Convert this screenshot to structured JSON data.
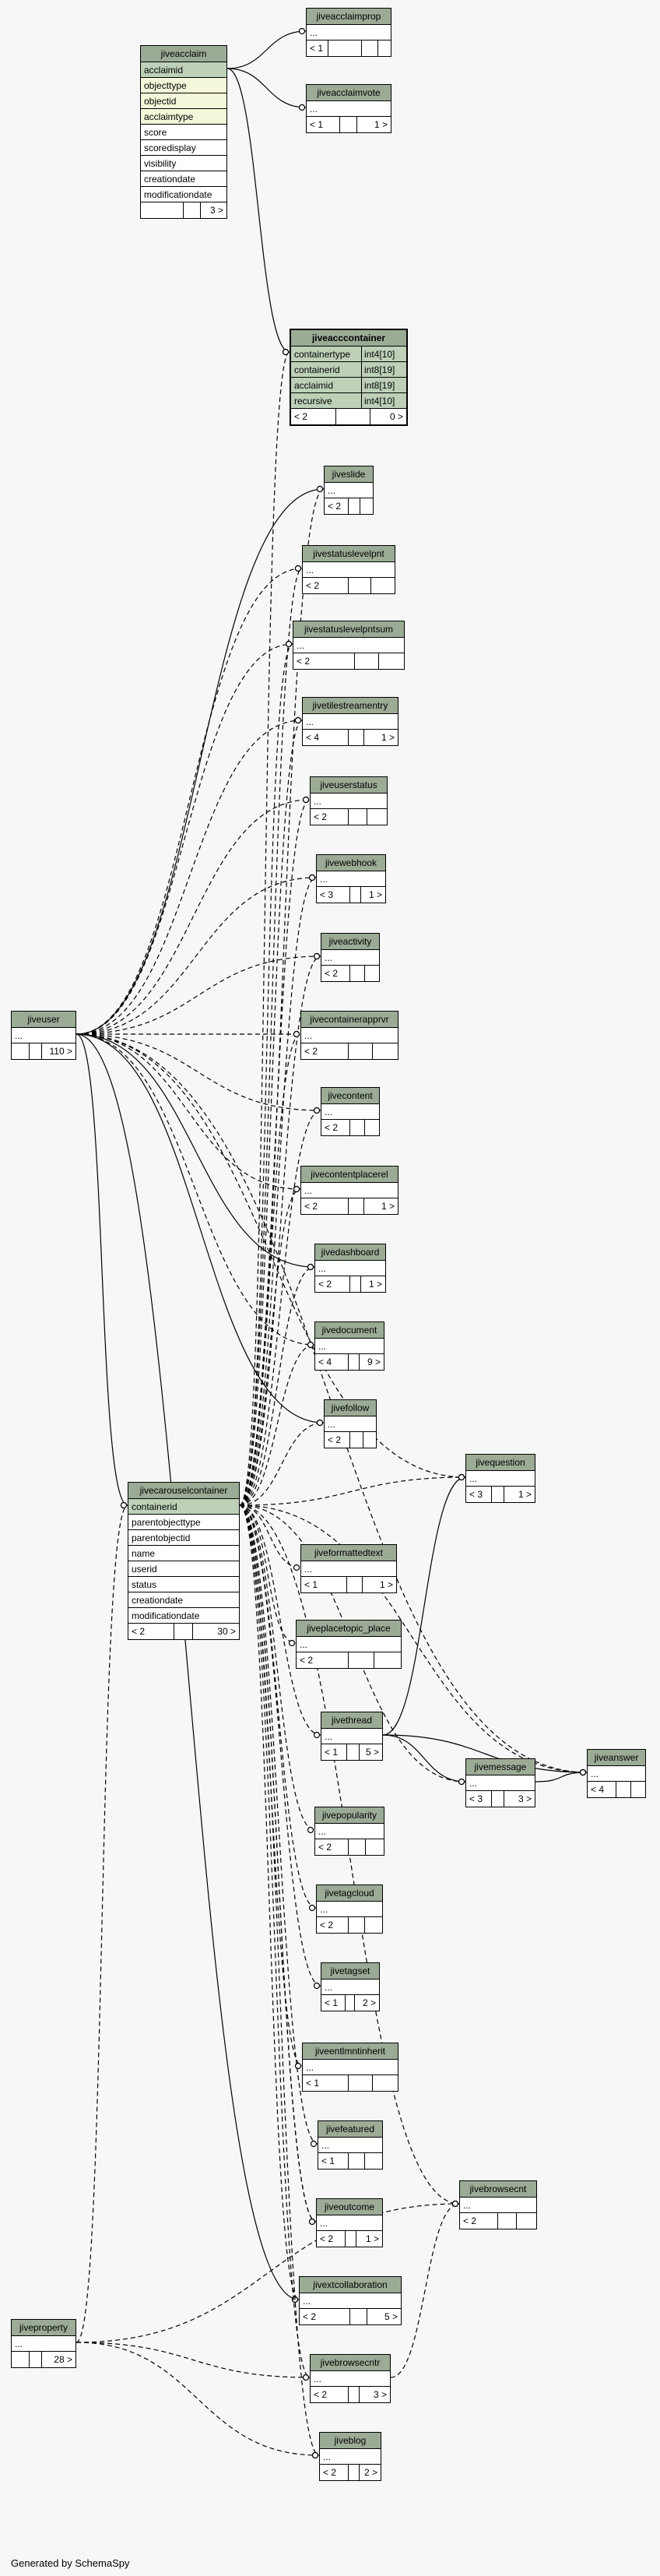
{
  "footer": {
    "text": "Generated by SchemaSpy"
  },
  "ellipsis": "...",
  "tables": [
    {
      "id": "jiveacclaim",
      "name": "jiveacclaim",
      "rows": [
        {
          "text": "acclaimid",
          "kind": "pk"
        },
        {
          "text": "objecttype",
          "kind": "idx"
        },
        {
          "text": "objectid",
          "kind": "idx"
        },
        {
          "text": "acclaimtype",
          "kind": "idx"
        },
        {
          "text": "score",
          "kind": ""
        },
        {
          "text": "scoredisplay",
          "kind": ""
        },
        {
          "text": "visibility",
          "kind": ""
        },
        {
          "text": "creationdate",
          "kind": ""
        },
        {
          "text": "modificationdate",
          "kind": ""
        }
      ],
      "parents": "",
      "children": "3 >"
    },
    {
      "id": "jiveacclaimprop",
      "name": "jiveacclaimprop",
      "rows": [
        {
          "text": "...",
          "kind": ""
        }
      ],
      "parents": "< 1",
      "children": ""
    },
    {
      "id": "jiveacclaimvote",
      "name": "jiveacclaimvote",
      "rows": [
        {
          "text": "...",
          "kind": ""
        }
      ],
      "parents": "< 1",
      "children": "1 >"
    },
    {
      "id": "jiveaccontainer",
      "name": "jiveacccontainer",
      "focus": true,
      "rows": [
        {
          "text": "containertype",
          "type": "int4[10]",
          "kind": "pk"
        },
        {
          "text": "containerid",
          "type": "int8[19]",
          "kind": "pk"
        },
        {
          "text": "acclaimid",
          "type": "int8[19]",
          "kind": "pk"
        },
        {
          "text": "recursive",
          "type": "int4[10]",
          "kind": "pk"
        }
      ],
      "parents": "< 2",
      "children": "0 >"
    },
    {
      "id": "jiveslide",
      "name": "jiveslide",
      "rows": [
        {
          "text": "...",
          "kind": ""
        }
      ],
      "parents": "< 2",
      "children": ""
    },
    {
      "id": "jivestatuslevelpnt",
      "name": "jivestatuslevelpnt",
      "rows": [
        {
          "text": "...",
          "kind": ""
        }
      ],
      "parents": "< 2",
      "children": ""
    },
    {
      "id": "jivestatuslevelpntsum",
      "name": "jivestatuslevelpntsum",
      "rows": [
        {
          "text": "...",
          "kind": ""
        }
      ],
      "parents": "< 2",
      "children": ""
    },
    {
      "id": "jivetilestreamentry",
      "name": "jivetilestreamentry",
      "rows": [
        {
          "text": "...",
          "kind": ""
        }
      ],
      "parents": "< 4",
      "children": "1 >"
    },
    {
      "id": "jiveuserstatus",
      "name": "jiveuserstatus",
      "rows": [
        {
          "text": "...",
          "kind": ""
        }
      ],
      "parents": "< 2",
      "children": ""
    },
    {
      "id": "jivewebhook",
      "name": "jivewebhook",
      "rows": [
        {
          "text": "...",
          "kind": ""
        }
      ],
      "parents": "< 3",
      "children": "1 >"
    },
    {
      "id": "jiveactivity",
      "name": "jiveactivity",
      "rows": [
        {
          "text": "...",
          "kind": ""
        }
      ],
      "parents": "< 2",
      "children": ""
    },
    {
      "id": "jivecontainerapprvr",
      "name": "jivecontainerapprvr",
      "rows": [
        {
          "text": "...",
          "kind": ""
        }
      ],
      "parents": "< 2",
      "children": ""
    },
    {
      "id": "jivecontent",
      "name": "jivecontent",
      "rows": [
        {
          "text": "...",
          "kind": ""
        }
      ],
      "parents": "< 2",
      "children": ""
    },
    {
      "id": "jivecontentplacerel",
      "name": "jivecontentplacerel",
      "rows": [
        {
          "text": "...",
          "kind": ""
        }
      ],
      "parents": "< 2",
      "children": "1 >"
    },
    {
      "id": "jivedashboard",
      "name": "jivedashboard",
      "rows": [
        {
          "text": "...",
          "kind": ""
        }
      ],
      "parents": "< 2",
      "children": "1 >"
    },
    {
      "id": "jivedocument",
      "name": "jivedocument",
      "rows": [
        {
          "text": "...",
          "kind": ""
        }
      ],
      "parents": "< 4",
      "children": "9 >"
    },
    {
      "id": "jivefollow",
      "name": "jivefollow",
      "rows": [
        {
          "text": "...",
          "kind": ""
        }
      ],
      "parents": "< 2",
      "children": ""
    },
    {
      "id": "jiveuser",
      "name": "jiveuser",
      "rows": [
        {
          "text": "...",
          "kind": ""
        }
      ],
      "parents": "",
      "children": "110 >"
    },
    {
      "id": "jivecarouselcontainer",
      "name": "jivecarouselcontainer",
      "rows": [
        {
          "text": "containerid",
          "kind": "pk"
        },
        {
          "text": "parentobjecttype",
          "kind": ""
        },
        {
          "text": "parentobjectid",
          "kind": ""
        },
        {
          "text": "name",
          "kind": ""
        },
        {
          "text": "userid",
          "kind": ""
        },
        {
          "text": "status",
          "kind": ""
        },
        {
          "text": "creationdate",
          "kind": ""
        },
        {
          "text": "modificationdate",
          "kind": ""
        }
      ],
      "parents": "< 2",
      "children": "30 >"
    },
    {
      "id": "jivequestion",
      "name": "jivequestion",
      "rows": [
        {
          "text": "...",
          "kind": ""
        }
      ],
      "parents": "< 3",
      "children": "1 >"
    },
    {
      "id": "jiveformattedtext",
      "name": "jiveformattedtext",
      "rows": [
        {
          "text": "...",
          "kind": ""
        }
      ],
      "parents": "< 1",
      "children": "1 >"
    },
    {
      "id": "jiveplacetopic_place",
      "name": "jiveplacetopic_place",
      "rows": [
        {
          "text": "...",
          "kind": ""
        }
      ],
      "parents": "< 2",
      "children": ""
    },
    {
      "id": "jivethread",
      "name": "jivethread",
      "rows": [
        {
          "text": "...",
          "kind": ""
        }
      ],
      "parents": "< 1",
      "children": "5 >"
    },
    {
      "id": "jivemessage",
      "name": "jivemessage",
      "rows": [
        {
          "text": "...",
          "kind": ""
        }
      ],
      "parents": "< 3",
      "children": "3 >"
    },
    {
      "id": "jiveanswer",
      "name": "jiveanswer",
      "rows": [
        {
          "text": "...",
          "kind": ""
        }
      ],
      "parents": "< 4",
      "children": ""
    },
    {
      "id": "jivepopularity",
      "name": "jivepopularity",
      "rows": [
        {
          "text": "...",
          "kind": ""
        }
      ],
      "parents": "< 2",
      "children": ""
    },
    {
      "id": "jivetagcloud",
      "name": "jivetagcloud",
      "rows": [
        {
          "text": "...",
          "kind": ""
        }
      ],
      "parents": "< 2",
      "children": ""
    },
    {
      "id": "jivetagset",
      "name": "jivetagset",
      "rows": [
        {
          "text": "...",
          "kind": ""
        }
      ],
      "parents": "< 1",
      "children": "2 >"
    },
    {
      "id": "jiveentlmntinherit",
      "name": "jiveentlmntinherit",
      "rows": [
        {
          "text": "...",
          "kind": ""
        }
      ],
      "parents": "< 1",
      "children": ""
    },
    {
      "id": "jivefeatured",
      "name": "jivefeatured",
      "rows": [
        {
          "text": "...",
          "kind": ""
        }
      ],
      "parents": "< 1",
      "children": ""
    },
    {
      "id": "jiveoutcome",
      "name": "jiveoutcome",
      "rows": [
        {
          "text": "...",
          "kind": ""
        }
      ],
      "parents": "< 2",
      "children": "1 >"
    },
    {
      "id": "jivebrowsecnt",
      "name": "jivebrowsecnt",
      "rows": [
        {
          "text": "...",
          "kind": ""
        }
      ],
      "parents": "< 2",
      "children": ""
    },
    {
      "id": "jivextcollaboration",
      "name": "jivextcollaboration",
      "rows": [
        {
          "text": "...",
          "kind": ""
        }
      ],
      "parents": "< 2",
      "children": "5 >"
    },
    {
      "id": "jiveproperty",
      "name": "jiveproperty",
      "rows": [
        {
          "text": "...",
          "kind": ""
        }
      ],
      "parents": "",
      "children": "28 >"
    },
    {
      "id": "jivebrowsecntr",
      "name": "jivebrowsecntr",
      "rows": [
        {
          "text": "...",
          "kind": ""
        }
      ],
      "parents": "< 2",
      "children": "3 >"
    },
    {
      "id": "jiveblog",
      "name": "jiveblog",
      "rows": [
        {
          "text": "...",
          "kind": ""
        }
      ],
      "parents": "< 2",
      "children": "2 >"
    }
  ],
  "relationships": [
    {
      "from": "jiveacclaim",
      "to": "jiveacclaimprop",
      "style": "solid"
    },
    {
      "from": "jiveacclaim",
      "to": "jiveacclaimvote",
      "style": "solid"
    },
    {
      "from": "jiveacclaim",
      "to": "jiveaccontainer",
      "style": "solid"
    },
    {
      "from": "jivecarouselcontainer",
      "to": "jiveaccontainer",
      "style": "dashed"
    },
    {
      "from": "jiveuser",
      "to": "jiveslide",
      "style": "solid"
    },
    {
      "from": "jiveuser",
      "to": "jivestatuslevelpnt",
      "style": "dashed"
    },
    {
      "from": "jiveuser",
      "to": "jivestatuslevelpntsum",
      "style": "dashed"
    },
    {
      "from": "jiveuser",
      "to": "jivetilestreamentry",
      "style": "dashed"
    },
    {
      "from": "jiveuser",
      "to": "jiveuserstatus",
      "style": "dashed"
    },
    {
      "from": "jiveuser",
      "to": "jivewebhook",
      "style": "dashed"
    },
    {
      "from": "jiveuser",
      "to": "jiveactivity",
      "style": "dashed"
    },
    {
      "from": "jiveuser",
      "to": "jivecontainerapprvr",
      "style": "dashed"
    },
    {
      "from": "jiveuser",
      "to": "jivecontent",
      "style": "dashed"
    },
    {
      "from": "jiveuser",
      "to": "jivecontentplacerel",
      "style": "dashed"
    },
    {
      "from": "jiveuser",
      "to": "jivedashboard",
      "style": "solid"
    },
    {
      "from": "jiveuser",
      "to": "jivedocument",
      "style": "dashed"
    },
    {
      "from": "jiveuser",
      "to": "jivefollow",
      "style": "solid"
    },
    {
      "from": "jiveuser",
      "to": "jivecarouselcontainer",
      "style": "solid"
    },
    {
      "from": "jiveuser",
      "to": "jivequestion",
      "style": "dashed"
    },
    {
      "from": "jiveuser",
      "to": "jiveanswer",
      "style": "dashed"
    },
    {
      "from": "jiveuser",
      "to": "jivextcollaboration",
      "style": "solid"
    },
    {
      "from": "jivecarouselcontainer",
      "to": "jiveslide",
      "style": "dashed"
    },
    {
      "from": "jivecarouselcontainer",
      "to": "jivestatuslevelpnt",
      "style": "dashed"
    },
    {
      "from": "jivecarouselcontainer",
      "to": "jivestatuslevelpntsum",
      "style": "dashed"
    },
    {
      "from": "jivecarouselcontainer",
      "to": "jivetilestreamentry",
      "style": "dashed"
    },
    {
      "from": "jivecarouselcontainer",
      "to": "jiveuserstatus",
      "style": "dashed"
    },
    {
      "from": "jivecarouselcontainer",
      "to": "jivewebhook",
      "style": "dashed"
    },
    {
      "from": "jivecarouselcontainer",
      "to": "jiveactivity",
      "style": "dashed"
    },
    {
      "from": "jivecarouselcontainer",
      "to": "jivecontainerapprvr",
      "style": "dashed"
    },
    {
      "from": "jivecarouselcontainer",
      "to": "jivecontent",
      "style": "dashed"
    },
    {
      "from": "jivecarouselcontainer",
      "to": "jivecontentplacerel",
      "style": "dashed"
    },
    {
      "from": "jivecarouselcontainer",
      "to": "jivedashboard",
      "style": "dashed"
    },
    {
      "from": "jivecarouselcontainer",
      "to": "jivedocument",
      "style": "dashed"
    },
    {
      "from": "jivecarouselcontainer",
      "to": "jivefollow",
      "style": "dashed"
    },
    {
      "from": "jivecarouselcontainer",
      "to": "jivequestion",
      "style": "dashed"
    },
    {
      "from": "jivecarouselcontainer",
      "to": "jiveformattedtext",
      "style": "dashed"
    },
    {
      "from": "jivecarouselcontainer",
      "to": "jiveplacetopic_place",
      "style": "dashed"
    },
    {
      "from": "jivecarouselcontainer",
      "to": "jivethread",
      "style": "dashed"
    },
    {
      "from": "jivecarouselcontainer",
      "to": "jivemessage",
      "style": "dashed"
    },
    {
      "from": "jivecarouselcontainer",
      "to": "jiveanswer",
      "style": "dashed"
    },
    {
      "from": "jivecarouselcontainer",
      "to": "jivepopularity",
      "style": "dashed"
    },
    {
      "from": "jivecarouselcontainer",
      "to": "jivetagcloud",
      "style": "dashed"
    },
    {
      "from": "jivecarouselcontainer",
      "to": "jivetagset",
      "style": "dashed"
    },
    {
      "from": "jivecarouselcontainer",
      "to": "jiveentlmntinherit",
      "style": "dashed"
    },
    {
      "from": "jivecarouselcontainer",
      "to": "jivefeatured",
      "style": "dashed"
    },
    {
      "from": "jivecarouselcontainer",
      "to": "jiveoutcome",
      "style": "dashed"
    },
    {
      "from": "jivecarouselcontainer",
      "to": "jivebrowsecnt",
      "style": "dashed"
    },
    {
      "from": "jivecarouselcontainer",
      "to": "jivextcollaboration",
      "style": "dashed"
    },
    {
      "from": "jivecarouselcontainer",
      "to": "jivebrowsecntr",
      "style": "dashed"
    },
    {
      "from": "jivecarouselcontainer",
      "to": "jiveblog",
      "style": "dashed"
    },
    {
      "from": "jivethread",
      "to": "jivequestion",
      "style": "solid"
    },
    {
      "from": "jivethread",
      "to": "jivemessage",
      "style": "solid"
    },
    {
      "from": "jivethread",
      "to": "jiveanswer",
      "style": "solid"
    },
    {
      "from": "jivemessage",
      "to": "jiveanswer",
      "style": "solid"
    },
    {
      "from": "jiveproperty",
      "to": "jivebrowsecntr",
      "style": "dashed"
    },
    {
      "from": "jiveproperty",
      "to": "jiveblog",
      "style": "dashed"
    },
    {
      "from": "jiveproperty",
      "to": "jivecarouselcontainer",
      "style": "dashed"
    },
    {
      "from": "jivebrowsecntr",
      "to": "jivebrowsecnt",
      "style": "dashed"
    },
    {
      "from": "jiveproperty",
      "to": "jivebrowsecnt",
      "style": "dashed"
    },
    {
      "from": "jivecarouselcontainer",
      "to": "jiveoutcome",
      "style": "dashed"
    }
  ]
}
